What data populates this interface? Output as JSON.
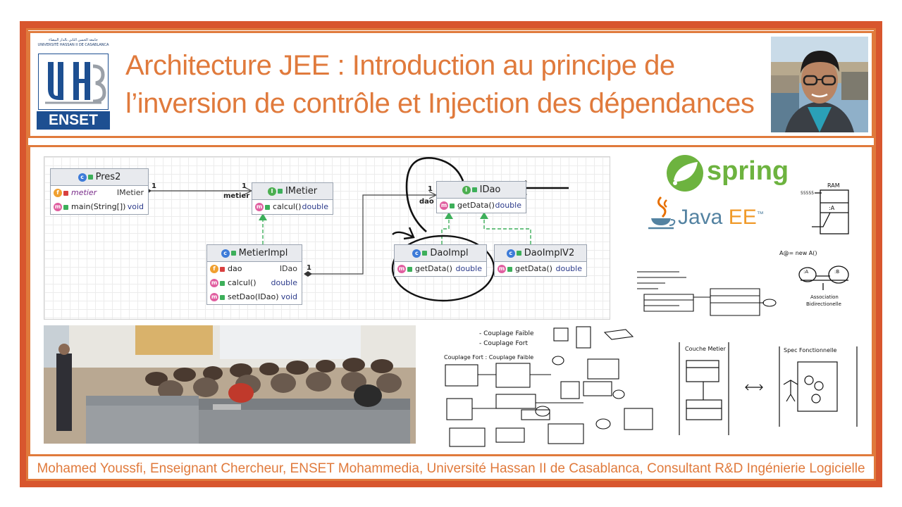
{
  "header": {
    "logo": {
      "arabic": "جامعة الحسن الثاني بالدار البيضاء",
      "university_line": "UNIVERSITÉ HASSAN II DE CASABLANCA",
      "enset": "ENSET"
    },
    "title_line1": "Architecture JEE : Introduction au principe de",
    "title_line2": "l’inversion de contrôle et Injection des dépendances"
  },
  "uml": {
    "pres2": {
      "name": "Pres2",
      "field": "metier",
      "field_type": "IMetier",
      "method": "main(String[])",
      "method_type": "void"
    },
    "imetier": {
      "name": "IMetier",
      "method": "calcul()",
      "method_type": "double"
    },
    "idao": {
      "name": "IDao",
      "method": "getData()",
      "method_type": "double"
    },
    "metierimpl": {
      "name": "MetierImpl",
      "field": "dao",
      "field_type": "IDao",
      "method1": "calcul()",
      "method1_type": "double",
      "method2": "setDao(IDao)",
      "method2_type": "void"
    },
    "daoimpl": {
      "name": "DaoImpl",
      "method": "getData()",
      "method_type": "double"
    },
    "daoimplv2": {
      "name": "DaoImplV2",
      "method": "getData()",
      "method_type": "double"
    },
    "labels": {
      "metier": "metier",
      "dao": "dao",
      "one_a": "1",
      "one_b": "1",
      "one_c": "1",
      "one_d": "1"
    }
  },
  "logos": {
    "spring": "spring",
    "java": "Java",
    "ee": "EE",
    "tm": "™"
  },
  "footer": "Mohamed Youssfi, Enseignant Chercheur, ENSET Mohammedia, Université Hassan II de Casablanca, Consultant R&D Ingénierie Logicielle",
  "colors": {
    "accent": "#e07a3c",
    "frame": "#d8562e",
    "enset_blue": "#1d4f91",
    "spring_green": "#6db33f"
  }
}
